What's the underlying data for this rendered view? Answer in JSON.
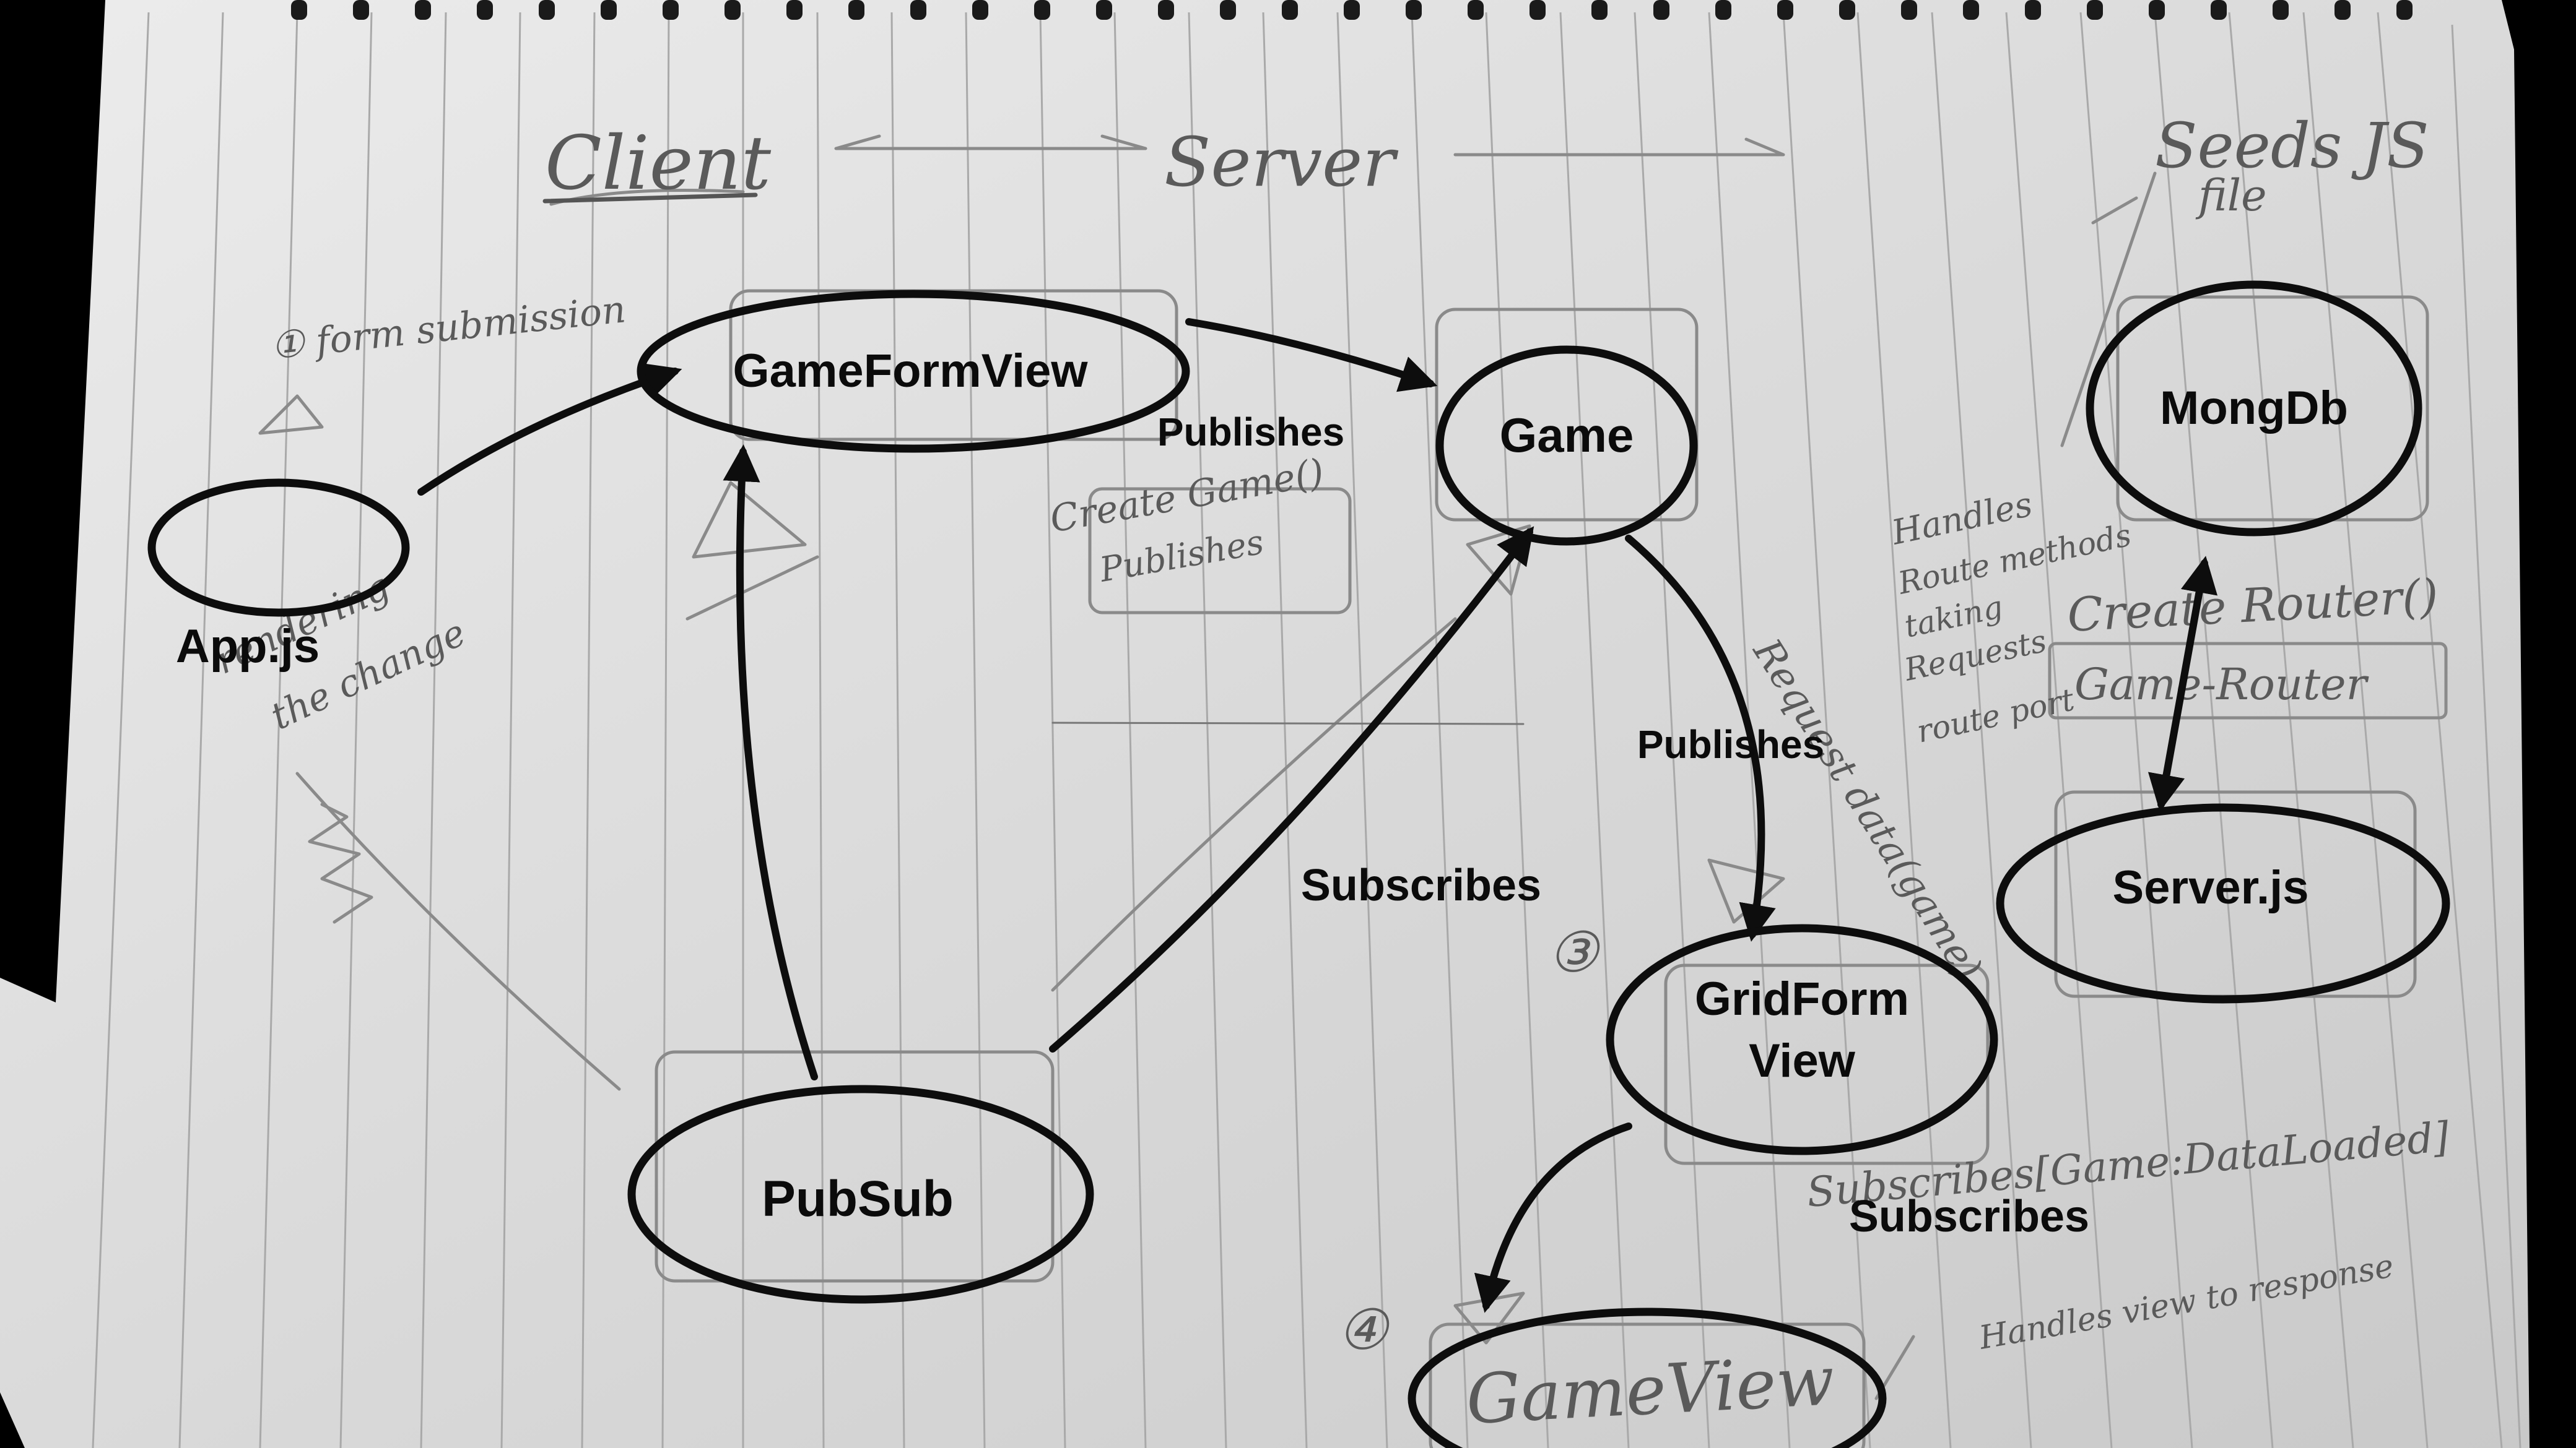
{
  "nodes": {
    "gameformview": "GameFormView",
    "game": "Game",
    "mongodb": "MongDb",
    "appjs": "App.js",
    "serverjs": "Server.js",
    "gridformview_line1": "GridForm",
    "gridformview_line2": "View",
    "pubsub": "PubSub"
  },
  "edges": {
    "publishes_top": "Publishes",
    "publishes_right": "Publishes",
    "subscribes_center": "Subscribes",
    "subscribes_bottom": "Subscribes"
  },
  "handwritten": {
    "client": "Client",
    "server": "Server",
    "seeds": "Seeds JS",
    "seeds_file": "file",
    "step1": "① form submission",
    "create_game": "Create Game()",
    "publishes_note": "Publishes",
    "handles": "Handles",
    "route_methods": "Route methods",
    "taking": "taking",
    "requests": "Requests",
    "route_port": "route port",
    "create_router": "Create Router()",
    "game_router": "Game-Router",
    "request_data": "Request data(game)",
    "subscribes_note": "Subscribes[Game:DataLoaded]",
    "step3": "③",
    "step4": "④",
    "gameview": "GameView",
    "handles_view": "Handles view to response",
    "rendering": "rendering",
    "change": "the change"
  },
  "colors": {
    "paper": "#dcdcdc",
    "ink": "#0d0d0d",
    "pencil": "#8a8a8a"
  }
}
